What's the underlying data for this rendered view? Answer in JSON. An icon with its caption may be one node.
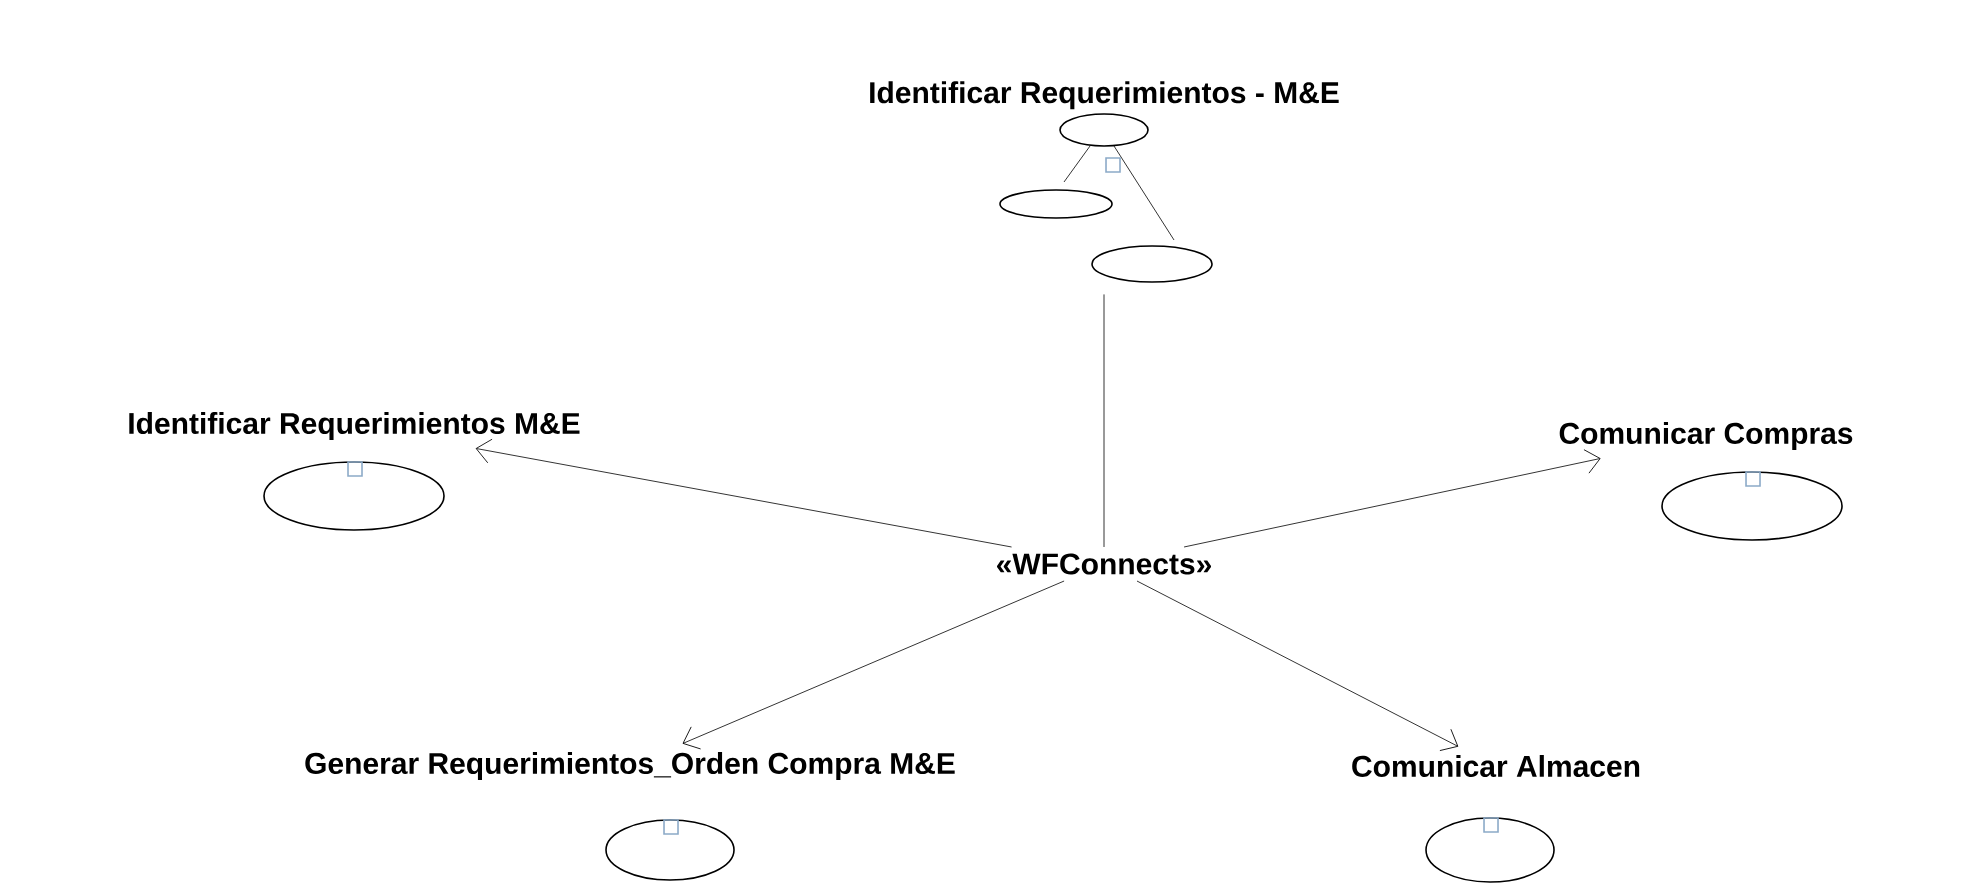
{
  "diagram": {
    "nodes": [
      {
        "text": [
          "Identificar Requerimientos - M&E"
        ]
      },
      {
        "text": [
          "«WFConnects»"
        ]
      },
      {
        "text": [
          "Identificar Requerimientos M&E"
        ]
      },
      {
        "text": [
          "Comunicar Compras"
        ]
      },
      {
        "text": [
          "Generar Requerimientos_Orden Compra M&E"
        ]
      },
      {
        "text": [
          "Comunicar Almacen"
        ]
      }
    ],
    "edges": [
      {
        "from": 0,
        "to": 1,
        "arrow": "none"
      },
      {
        "from": 1,
        "to": 2,
        "arrow": "to"
      },
      {
        "from": 1,
        "to": 3,
        "arrow": "to"
      },
      {
        "from": 1,
        "to": 4,
        "arrow": "to"
      },
      {
        "from": 1,
        "to": 5,
        "arrow": "to"
      }
    ]
  }
}
